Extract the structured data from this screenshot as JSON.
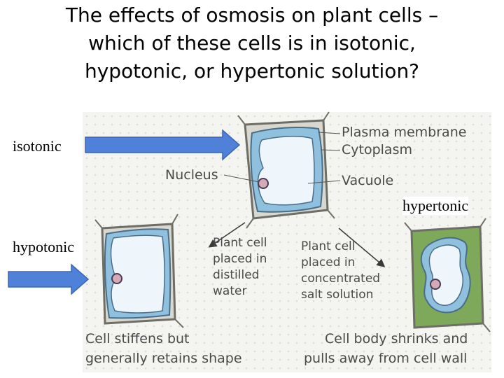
{
  "title": {
    "line1": "The effects of osmosis on plant cells –",
    "line2": "which of these cells is in isotonic,",
    "line3": "hypotonic, or hypertonic solution?"
  },
  "labels": {
    "isotonic": "isotonic",
    "hypertonic": "hypertonic",
    "hypotonic": "hypotonic"
  },
  "diagram": {
    "cell_wall_partial": "Cell wall",
    "nucleus": "Nucleus",
    "plasma_membrane": "Plasma membrane",
    "cytoplasm": "Cytoplasm",
    "vacuole": "Vacuole",
    "distilled_line1": "Plant cell",
    "distilled_line2": "placed in",
    "distilled_line3": "distilled",
    "distilled_line4": "water",
    "salt_line1": "Plant cell",
    "salt_line2": "placed in",
    "salt_line3": "concentrated",
    "salt_line4": "salt solution",
    "stiffens_line1": "Cell stiffens but",
    "stiffens_line2": "generally retains shape",
    "shrinks_line1": "Cell body shrinks and",
    "shrinks_line2": "pulls away from cell wall"
  },
  "colors": {
    "arrow_fill": "#4f81d9",
    "cytoplasm": "#8fc0de",
    "vacuole": "#eef6fb",
    "salt_solution": "#7fa95a",
    "cell_wall": "#c9c9c0"
  }
}
